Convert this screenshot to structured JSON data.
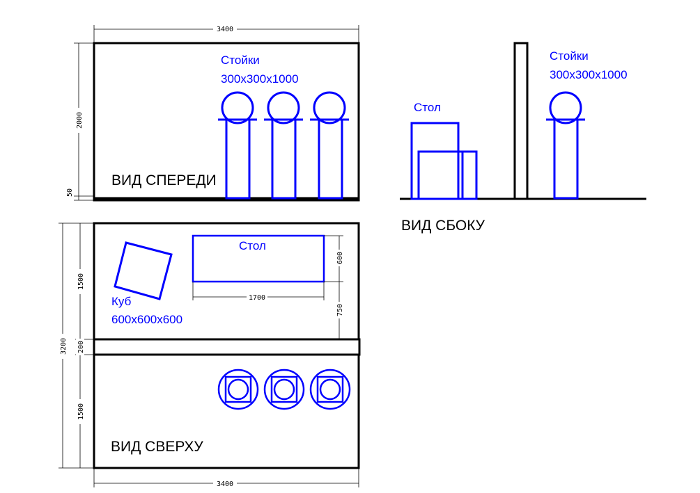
{
  "views": {
    "front": "ВИД СПЕРЕДИ",
    "side": "ВИД СБОКУ",
    "top": "ВИД СВЕРХУ"
  },
  "labels": {
    "stands_title": "Стойки",
    "stands_size": "300x300x1000",
    "table": "Стол",
    "cube_title": "Куб",
    "cube_size": "600x600x600"
  },
  "dimensions": {
    "front_width": "3400",
    "front_height": "2000",
    "front_base": "50",
    "top_width": "3400",
    "top_total": "3200",
    "top_upper": "1500",
    "top_middle": "200",
    "top_lower": "1500",
    "table_length": "1700",
    "table_depth": "600",
    "table_offset": "750"
  },
  "colors": {
    "lines": "#000000",
    "objects": "#0000ff"
  }
}
